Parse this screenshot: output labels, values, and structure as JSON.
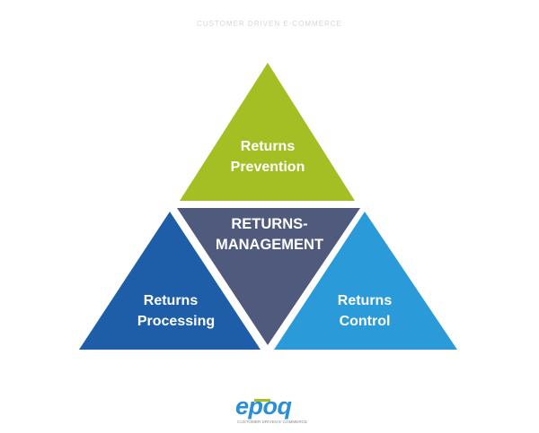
{
  "header": {
    "caption": "CUSTOMER DRIVEN E-COMMERCE"
  },
  "pyramid": {
    "top": {
      "line1": "Returns",
      "line2": "Prevention",
      "color": "#a3bf24"
    },
    "center": {
      "line1": "RETURNS-",
      "line2": "MANAGEMENT",
      "color": "#4f5a7d"
    },
    "left": {
      "line1": "Returns",
      "line2": "Processing",
      "color": "#1e5ea8"
    },
    "right": {
      "line1": "Returns",
      "line2": "Control",
      "color": "#2b9ad9"
    }
  },
  "logo": {
    "wordmark": "epoq",
    "tagline": "CUSTOMER DRIVEN E-COMMERCE",
    "blue": "#2b8fd6",
    "green": "#a3bf24"
  }
}
